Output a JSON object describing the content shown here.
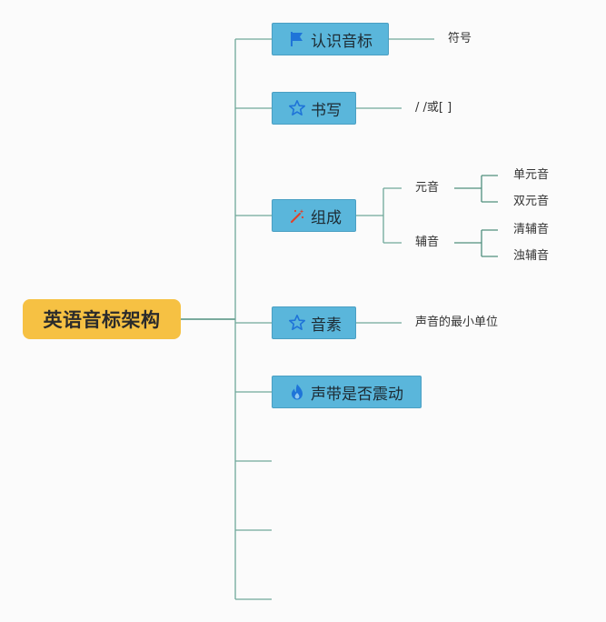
{
  "root": {
    "label": "英语音标架构"
  },
  "topics": [
    {
      "label": "认识音标",
      "icon": "flag-icon",
      "children": [
        "符号"
      ]
    },
    {
      "label": "书写",
      "icon": "star-icon",
      "children": [
        "/ /或[ ]"
      ]
    },
    {
      "label": "组成",
      "icon": "magic-wand-icon",
      "groups": [
        {
          "label": "元音",
          "children": [
            "单元音",
            "双元音"
          ]
        },
        {
          "label": "辅音",
          "children": [
            "清辅音",
            "浊辅音"
          ]
        }
      ]
    },
    {
      "label": "音素",
      "icon": "star-icon",
      "children": [
        "声音的最小单位"
      ]
    },
    {
      "label": "声带是否震动",
      "icon": "fire-icon",
      "children": []
    }
  ],
  "colors": {
    "root_fill": "#f6c143",
    "topic_fill": "#5ab6db",
    "connector": "#5e9e8c",
    "icon_blue": "#1f74d8",
    "icon_red": "#e0412b"
  }
}
